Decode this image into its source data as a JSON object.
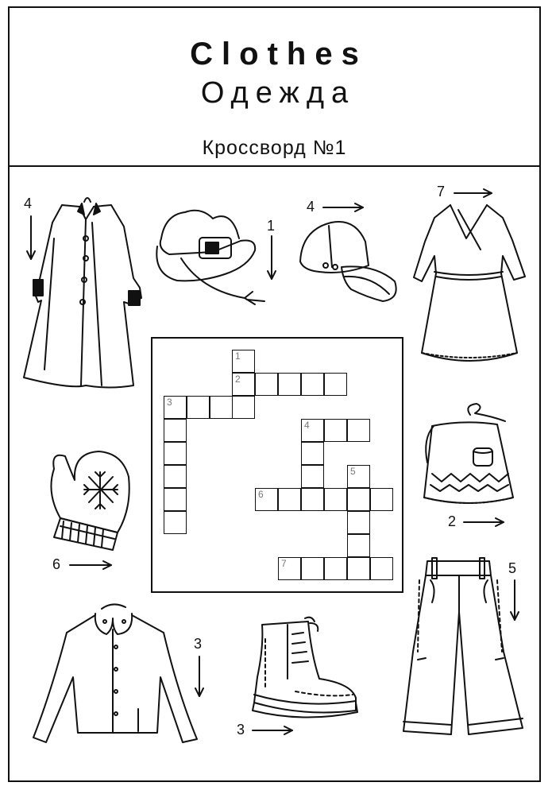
{
  "title_en": "Clothes",
  "title_ru": "Одежда",
  "subtitle": "Кроссворд №1",
  "clues": [
    {
      "id": "coat",
      "number": "4",
      "direction": "down",
      "item": "coat-icon"
    },
    {
      "id": "hat",
      "number": "1",
      "direction": "down",
      "item": "hat-icon"
    },
    {
      "id": "cap",
      "number": "4",
      "direction": "across",
      "item": "cap-icon"
    },
    {
      "id": "dress",
      "number": "7",
      "direction": "across",
      "item": "dress-icon"
    },
    {
      "id": "apron",
      "number": "2",
      "direction": "across",
      "item": "apron-icon"
    },
    {
      "id": "mitten",
      "number": "6",
      "direction": "across",
      "item": "mitten-icon"
    },
    {
      "id": "trousers",
      "number": "5",
      "direction": "down",
      "item": "trousers-icon"
    },
    {
      "id": "blouse",
      "number": "3",
      "direction": "down",
      "item": "blouse-icon"
    },
    {
      "id": "boot",
      "number": "3",
      "direction": "across",
      "item": "boot-icon"
    }
  ],
  "crossword": {
    "words": [
      {
        "number": "1",
        "direction": "down",
        "length": 3
      },
      {
        "number": "2",
        "direction": "across",
        "length": 5
      },
      {
        "number": "3",
        "direction": "across",
        "length": 4
      },
      {
        "number": "3",
        "direction": "down",
        "length": 6
      },
      {
        "number": "4",
        "direction": "across",
        "length": 3
      },
      {
        "number": "4",
        "direction": "down",
        "length": 4
      },
      {
        "number": "5",
        "direction": "down",
        "length": 5
      },
      {
        "number": "6",
        "direction": "across",
        "length": 6
      },
      {
        "number": "7",
        "direction": "across",
        "length": 5
      }
    ]
  }
}
